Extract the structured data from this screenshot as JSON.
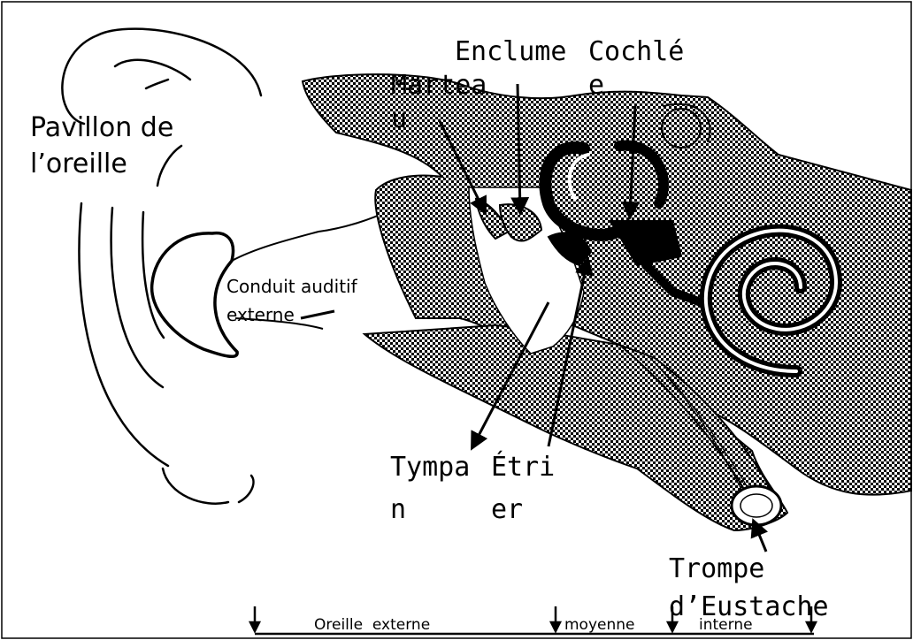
{
  "labels": {
    "pavillon": [
      "Pavillon de",
      "l’oreille"
    ],
    "marteau": [
      "Martea",
      "u"
    ],
    "enclume": "Enclume",
    "cochlee": [
      "Cochlé",
      "e"
    ],
    "conduit": [
      "Conduit auditif",
      "externe"
    ],
    "tympan": [
      "Tympa",
      "n"
    ],
    "etrier": [
      "Étri",
      "er"
    ],
    "trompe": [
      "Trompe",
      "d’Eustache"
    ]
  },
  "segments": {
    "externe": "Oreille  externe",
    "moyenne": "moyenne",
    "interne": "interne"
  }
}
